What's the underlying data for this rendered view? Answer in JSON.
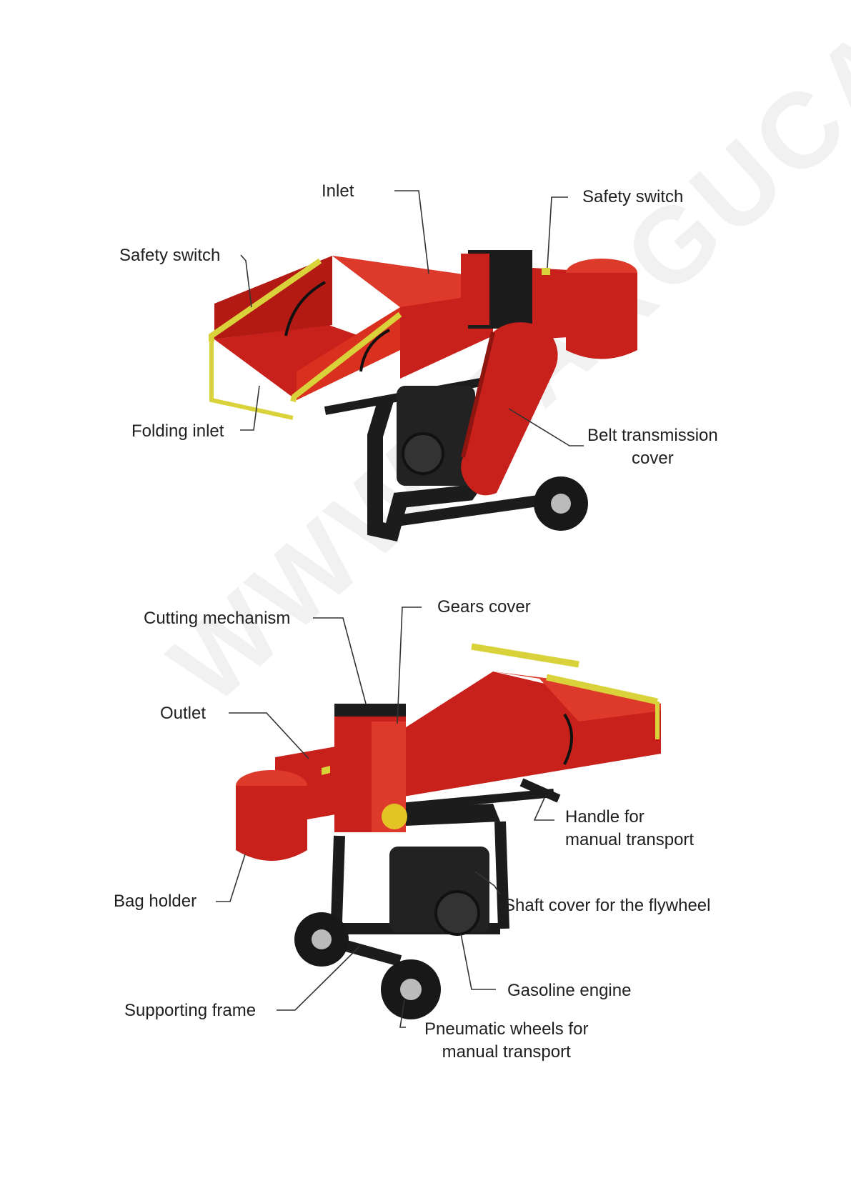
{
  "watermark": "WWW.MARGUCAI.LT",
  "colors": {
    "body_red": "#c8201a",
    "body_red_dark": "#8f1510",
    "body_red_light": "#dd3a2c",
    "frame_black": "#1c1c1c",
    "rail_yellow": "#d9d23a",
    "label_text": "#1f1f1f"
  },
  "labels": {
    "inlet": "Inlet",
    "safety_switch_top_right": "Safety switch",
    "safety_switch_top_left": "Safety switch",
    "folding_inlet": "Folding inlet",
    "belt_cover": [
      "Belt transmission",
      "cover"
    ],
    "cutting_mechanism": "Cutting mechanism",
    "gears_cover": "Gears cover",
    "outlet": "Outlet",
    "handle": [
      "Handle for",
      "manual transport"
    ],
    "bag_holder": "Bag holder",
    "shaft_cover": "Shaft cover for the flywheel",
    "supporting_frame": "Supporting frame",
    "gasoline_engine": "Gasoline engine",
    "pneumatic_wheels": [
      "Pneumatic wheels for",
      "manual transport"
    ]
  }
}
